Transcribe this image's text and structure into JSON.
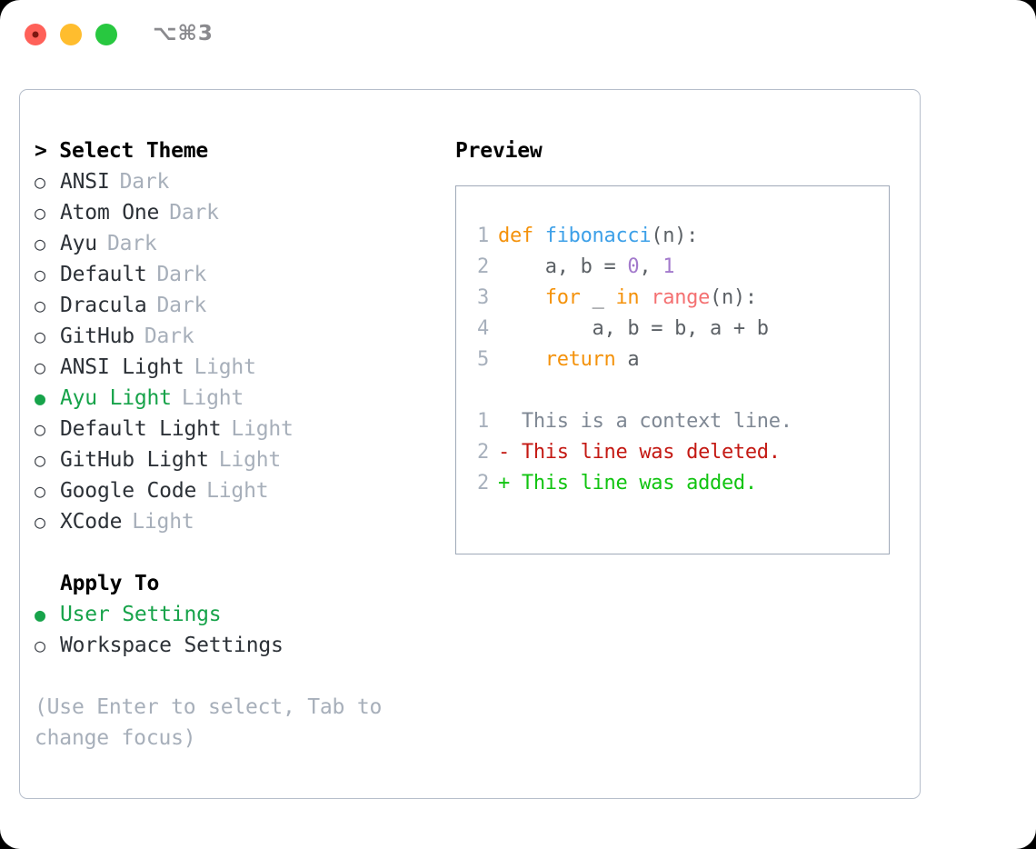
{
  "window": {
    "shortcut": "⌥⌘3",
    "traffic_lights": [
      "close-red",
      "minimize-yellow",
      "maximize-green"
    ]
  },
  "left_panel": {
    "theme_header": "> Select Theme",
    "theme_options": [
      {
        "marker": "○",
        "label": "ANSI",
        "tag": "Dark",
        "selected": false
      },
      {
        "marker": "○",
        "label": "Atom One",
        "tag": "Dark",
        "selected": false
      },
      {
        "marker": "○",
        "label": "Ayu",
        "tag": "Dark",
        "selected": false
      },
      {
        "marker": "○",
        "label": "Default",
        "tag": "Dark",
        "selected": false
      },
      {
        "marker": "○",
        "label": "Dracula",
        "tag": "Dark",
        "selected": false
      },
      {
        "marker": "○",
        "label": "GitHub",
        "tag": "Dark",
        "selected": false
      },
      {
        "marker": "○",
        "label": "ANSI Light",
        "tag": "Light",
        "selected": false
      },
      {
        "marker": "●",
        "label": "Ayu Light",
        "tag": "Light",
        "selected": true
      },
      {
        "marker": "○",
        "label": "Default Light",
        "tag": "Light",
        "selected": false
      },
      {
        "marker": "○",
        "label": "GitHub Light",
        "tag": "Light",
        "selected": false
      },
      {
        "marker": "○",
        "label": "Google Code",
        "tag": "Light",
        "selected": false
      },
      {
        "marker": "○",
        "label": "XCode",
        "tag": "Light",
        "selected": false
      }
    ],
    "apply_header": "Apply To",
    "apply_options": [
      {
        "marker": "●",
        "label": "User Settings",
        "selected": true
      },
      {
        "marker": "○",
        "label": "Workspace Settings",
        "selected": false
      }
    ],
    "hint": "(Use Enter to select, Tab to change focus)"
  },
  "right_panel": {
    "preview_title": "Preview",
    "code_lines": [
      {
        "num": "1",
        "tokens": [
          {
            "t": "def ",
            "c": "kw"
          },
          {
            "t": "fibonacci",
            "c": "fn"
          },
          {
            "t": "(n):",
            "c": "punc"
          }
        ]
      },
      {
        "num": "2",
        "tokens": [
          {
            "t": "    a, b = ",
            "c": "id"
          },
          {
            "t": "0",
            "c": "num"
          },
          {
            "t": ", ",
            "c": "id"
          },
          {
            "t": "1",
            "c": "num"
          }
        ]
      },
      {
        "num": "3",
        "tokens": [
          {
            "t": "    ",
            "c": "id"
          },
          {
            "t": "for",
            "c": "kw"
          },
          {
            "t": " _ ",
            "c": "id"
          },
          {
            "t": "in",
            "c": "kw"
          },
          {
            "t": " ",
            "c": "id"
          },
          {
            "t": "range",
            "c": "call"
          },
          {
            "t": "(n):",
            "c": "punc"
          }
        ]
      },
      {
        "num": "4",
        "tokens": [
          {
            "t": "        a, b = b, a + b",
            "c": "id"
          }
        ]
      },
      {
        "num": "5",
        "tokens": [
          {
            "t": "    ",
            "c": "id"
          },
          {
            "t": "return",
            "c": "kw"
          },
          {
            "t": " a",
            "c": "id"
          }
        ]
      }
    ],
    "diff_lines": [
      {
        "num": "1",
        "sign": " ",
        "text": "This is a context line.",
        "kind": "diff-ctx"
      },
      {
        "num": "2",
        "sign": "-",
        "text": "This line was deleted.",
        "kind": "diff-del"
      },
      {
        "num": "2",
        "sign": "+",
        "text": "This line was added.",
        "kind": "diff-add"
      }
    ]
  },
  "colors": {
    "accent_green": "#17A34A",
    "keyword_orange": "#F4920B",
    "function_blue": "#3DA0E8",
    "number_purple": "#A37ACC",
    "call_red": "#F47172",
    "diff_deleted": "#C41913",
    "diff_added": "#11C411",
    "muted_gray": "#A7AFBA",
    "border_gray": "#B6BECB"
  }
}
